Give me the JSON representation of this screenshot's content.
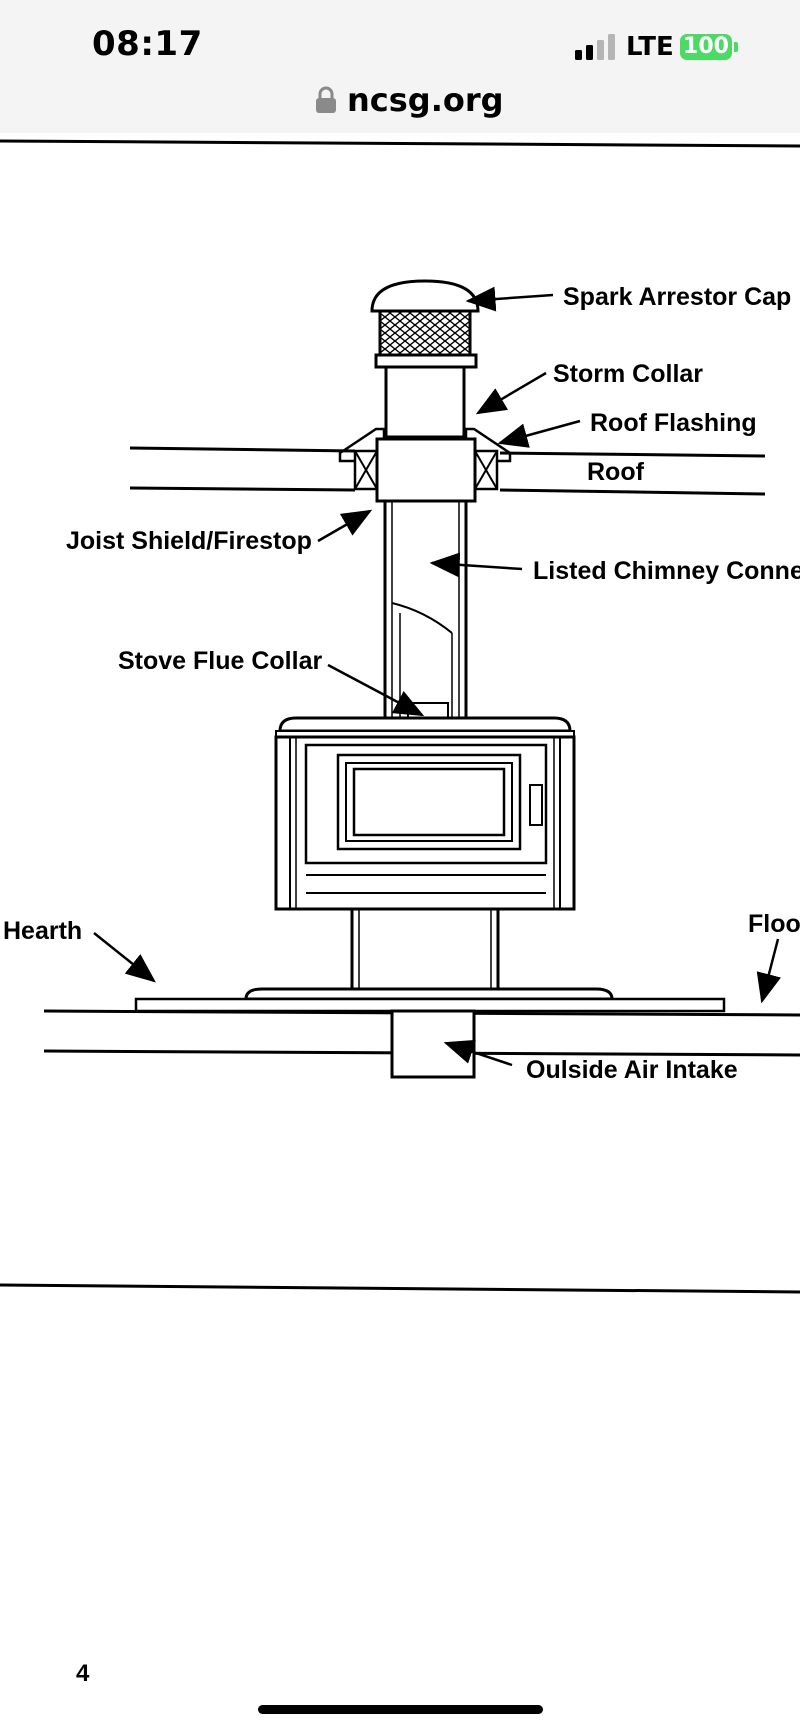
{
  "status_bar": {
    "time": "08:17",
    "carrier": "LTE",
    "battery": "100",
    "signal_icon": "cellular-signal-icon",
    "lock_icon": "lock-icon"
  },
  "browser": {
    "url": "ncsg.org"
  },
  "diagram": {
    "labels": {
      "spark_arrestor_cap": "Spark Arrestor Cap",
      "storm_collar": "Storm Collar",
      "roof_flashing": "Roof Flashing",
      "roof": "Roof",
      "joist_shield": "Joist Shield/Firestop",
      "chimney_connector": "Listed Chimney Connec",
      "stove_flue_collar": "Stove Flue Collar",
      "hearth": "Hearth",
      "floor": "Floo",
      "outside_air_intake": "Oulside Air Intake"
    }
  },
  "page_number": "4",
  "colors": {
    "battery": "#4cd964",
    "status_bg": "#f4f4f4"
  }
}
